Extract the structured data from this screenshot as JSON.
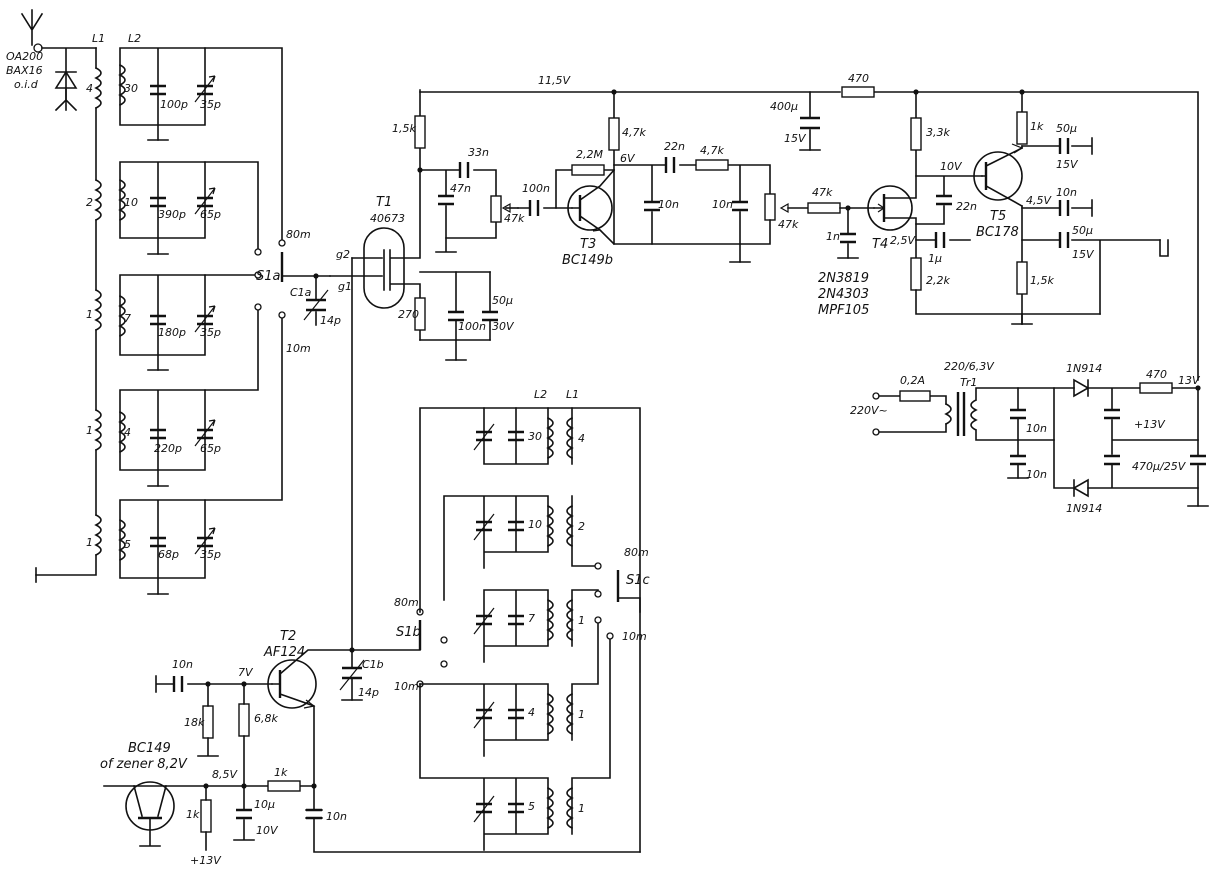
{
  "antenna_block": {
    "diode_labels": [
      "OA200",
      "BAX16",
      "o.i.d"
    ],
    "coil_L1": "L1",
    "coil_L2": "L2",
    "l1_turns": [
      "4",
      "2",
      "1",
      "1",
      "1"
    ],
    "l2_turns": [
      "30",
      "10",
      "7",
      "4",
      "5"
    ],
    "fixed_caps": [
      "100p",
      "390p",
      "180p",
      "220p",
      "68p"
    ],
    "trim_caps": [
      "35p",
      "65p",
      "35p",
      "65p",
      "35p"
    ]
  },
  "switch_s1a": {
    "name": "S1a",
    "pos_top": "80m",
    "pos_bottom": "10m"
  },
  "tuning_cap_c1a": {
    "name": "C1a",
    "value": "14p"
  },
  "mosfet_t1": {
    "name": "T1",
    "type": "40673",
    "gate2": "g2",
    "gate1": "g1",
    "bias_resistor": "270",
    "bypass_cap": "100n",
    "elyt": [
      "50µ",
      "30V"
    ],
    "load_resistor": "1,5k",
    "coupling_cap": "33n",
    "cap_47n": "47n",
    "pot": "47k"
  },
  "supply_rail": {
    "voltage": "11,5V",
    "series_res": "470",
    "decoupling": [
      "400µ",
      "15V"
    ]
  },
  "transistor_t3": {
    "name": "T3",
    "type": "BC149b",
    "input_cap": "100n",
    "bias": "2,2M",
    "collector_res": "4,7k",
    "voltage": "6V",
    "cap_10n": "10n",
    "couple_cap": "22n",
    "filter_res": "4,7k",
    "filter_cap": "10n",
    "pot": "47k"
  },
  "fet_t4": {
    "name": "T4",
    "types": [
      "2N3819",
      "2N4303",
      "MPF105"
    ],
    "gate_res": "47k",
    "gate_cap": "1n",
    "drain_res": "3,3k",
    "drain_v": "10V",
    "cap_22n": "22n",
    "source_v": "2,5V",
    "source_cap": "1µ",
    "source_res": "2,2k"
  },
  "transistor_t5": {
    "name": "T5",
    "type": "BC178",
    "res_1k": "1k",
    "cap_top": [
      "50µ",
      "15V"
    ],
    "emitter_v": "4,5V",
    "cap_10n": "10n",
    "cap_out": [
      "50µ",
      "15V"
    ],
    "res_1_5k": "1,5k"
  },
  "power_supply": {
    "fuse": "0,2A",
    "mains": "220V~",
    "transformer": "220/6,3V",
    "tr_name": "Tr1",
    "diode_top": "1N914",
    "diode_bottom": "1N914",
    "res_470": "470",
    "out_v": "13V",
    "cap_10n_a": "10n",
    "cap_10n_b": "10n",
    "plus": "+13V",
    "elyt": "470µ/25V"
  },
  "oscillator_t2": {
    "name": "T2",
    "type": "AF124",
    "input_cap": "10n",
    "base_v": "7V",
    "res_18k": "18k",
    "res_6_8k": "6,8k",
    "emitter_cap": "10n"
  },
  "regulator": {
    "transistor": "BC149",
    "alt": "of zener 8,2V",
    "voltage": "8,5V",
    "series_res": "1k",
    "res_1k": "1k",
    "elyt": [
      "10µ",
      "10V"
    ],
    "supply": "+13V"
  },
  "tuning_cap_c1b": {
    "name": "C1b",
    "value": "14p"
  },
  "switch_s1b": {
    "name": "S1b",
    "pos_top": "80m",
    "pos_bottom": "10m"
  },
  "switch_s1c": {
    "name": "S1c",
    "pos_top": "80m",
    "pos_bottom": "10m"
  },
  "osc_coils": {
    "coil_L2": "L2",
    "coil_L1": "L1",
    "l2_turns": [
      "30",
      "10",
      "7",
      "4",
      "5"
    ],
    "l1_turns": [
      "4",
      "2",
      "1",
      "1",
      "1"
    ]
  }
}
